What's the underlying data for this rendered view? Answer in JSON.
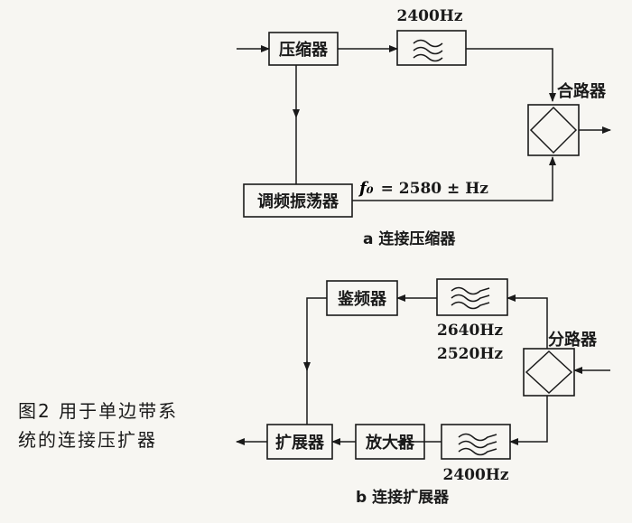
{
  "diagram_a": {
    "compressor": "压缩器",
    "filter_freq": "2400Hz",
    "combiner": "合路器",
    "vco": "调频振荡器",
    "f0_symbol": "f₀",
    "f0_value": "= 2580 ± Hz",
    "caption": "a 连接压缩器"
  },
  "diagram_b": {
    "discriminator": "鉴频器",
    "filter_freq_1": "2640Hz",
    "filter_freq_2": "2520Hz",
    "splitter": "分路器",
    "expander": "扩展器",
    "amplifier": "放大器",
    "filter_freq_3": "2400Hz",
    "caption": "b 连接扩展器"
  },
  "figure_caption": {
    "line1": "图2 用于单边带系",
    "line2": "统的连接压扩器"
  }
}
